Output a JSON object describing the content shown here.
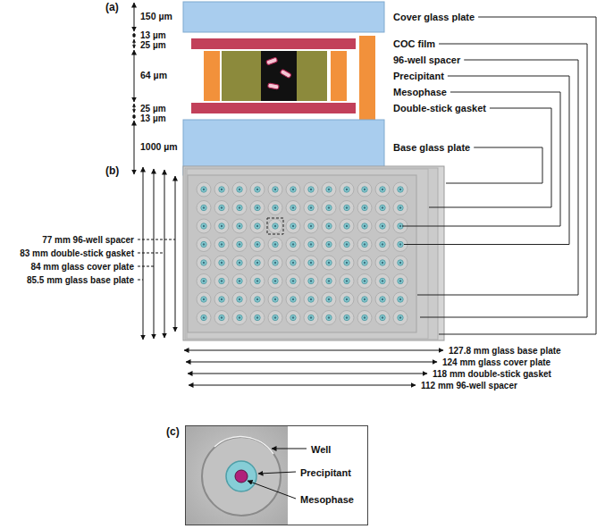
{
  "diagram": {
    "nodes": [
      {
        "text": [
          "Well",
          "Precipitant",
          "Mesophase"
        ]
      }
    ],
    "labels": [
      "(a)",
      "150 µm",
      "Cover glass plate",
      "13 µm",
      "25 µm",
      "COC film",
      "96-well spacer",
      "64 µm",
      "Precipitant",
      "Mesophase",
      "25 µm",
      "Double-stick gasket",
      "13 µm",
      "1000 µm",
      "Base glass plate",
      "(b)",
      "77 mm 96-well spacer",
      "83 mm double-stick gasket",
      "84 mm glass cover plate",
      "85.5 mm glass base plate",
      "127.8 mm glass base plate",
      "124 mm glass cover plate",
      "118 mm double-stick gasket",
      "112 mm 96-well spacer",
      "(c)"
    ]
  }
}
